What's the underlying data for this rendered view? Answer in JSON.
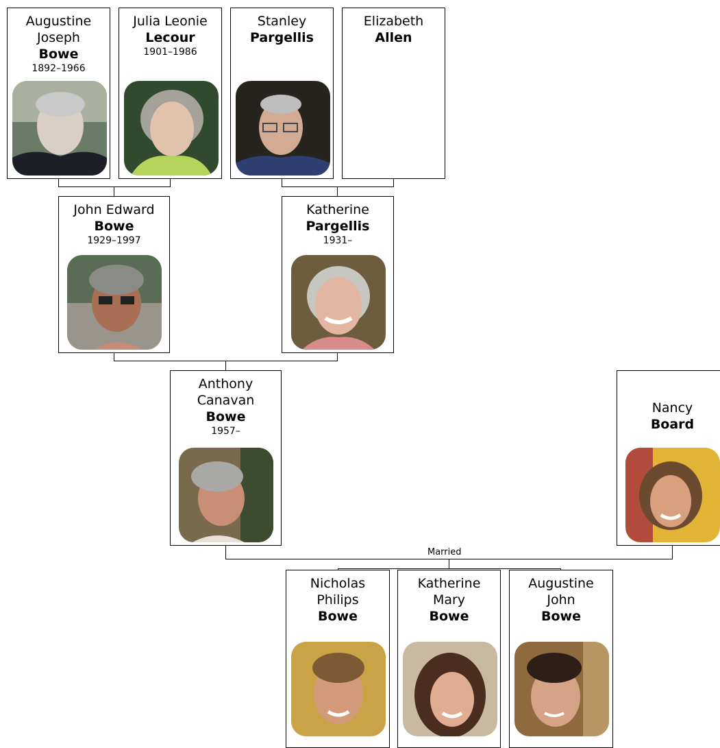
{
  "people": {
    "augustine_joseph": {
      "given": "Augustine\nJoseph",
      "surname": "Bowe",
      "dates": "1892–1966",
      "photo": "portrait-photo"
    },
    "julia_leonie": {
      "given": "Julia Leonie",
      "surname": "Lecour",
      "dates": "1901–1986",
      "photo": "portrait-photo"
    },
    "stanley": {
      "given": "Stanley",
      "surname": "Pargellis",
      "dates": "",
      "photo": "portrait-photo"
    },
    "elizabeth": {
      "given": "Elizabeth",
      "surname": "Allen",
      "dates": "",
      "photo": ""
    },
    "john_edward": {
      "given": "John Edward",
      "surname": "Bowe",
      "dates": "1929–1997",
      "photo": "portrait-photo"
    },
    "katherine_p": {
      "given": "Katherine",
      "surname": "Pargellis",
      "dates": "1931–",
      "photo": "portrait-photo"
    },
    "anthony": {
      "given": "Anthony\nCanavan",
      "surname": "Bowe",
      "dates": "1957–",
      "photo": "portrait-photo"
    },
    "nancy": {
      "given": "Nancy",
      "surname": "Board",
      "dates": "",
      "photo": "portrait-photo"
    },
    "nicholas": {
      "given": "Nicholas\nPhilips",
      "surname": "Bowe",
      "dates": "",
      "photo": "portrait-photo"
    },
    "katherine_m": {
      "given": "Katherine\nMary",
      "surname": "Bowe",
      "dates": "",
      "photo": "portrait-photo"
    },
    "augustine_john": {
      "given": "Augustine\nJohn",
      "surname": "Bowe",
      "dates": "",
      "photo": "portrait-photo"
    }
  },
  "relationship_label": "Married",
  "colors": {
    "line": "#000000",
    "card_border": "#000000",
    "background": "#ffffff"
  }
}
